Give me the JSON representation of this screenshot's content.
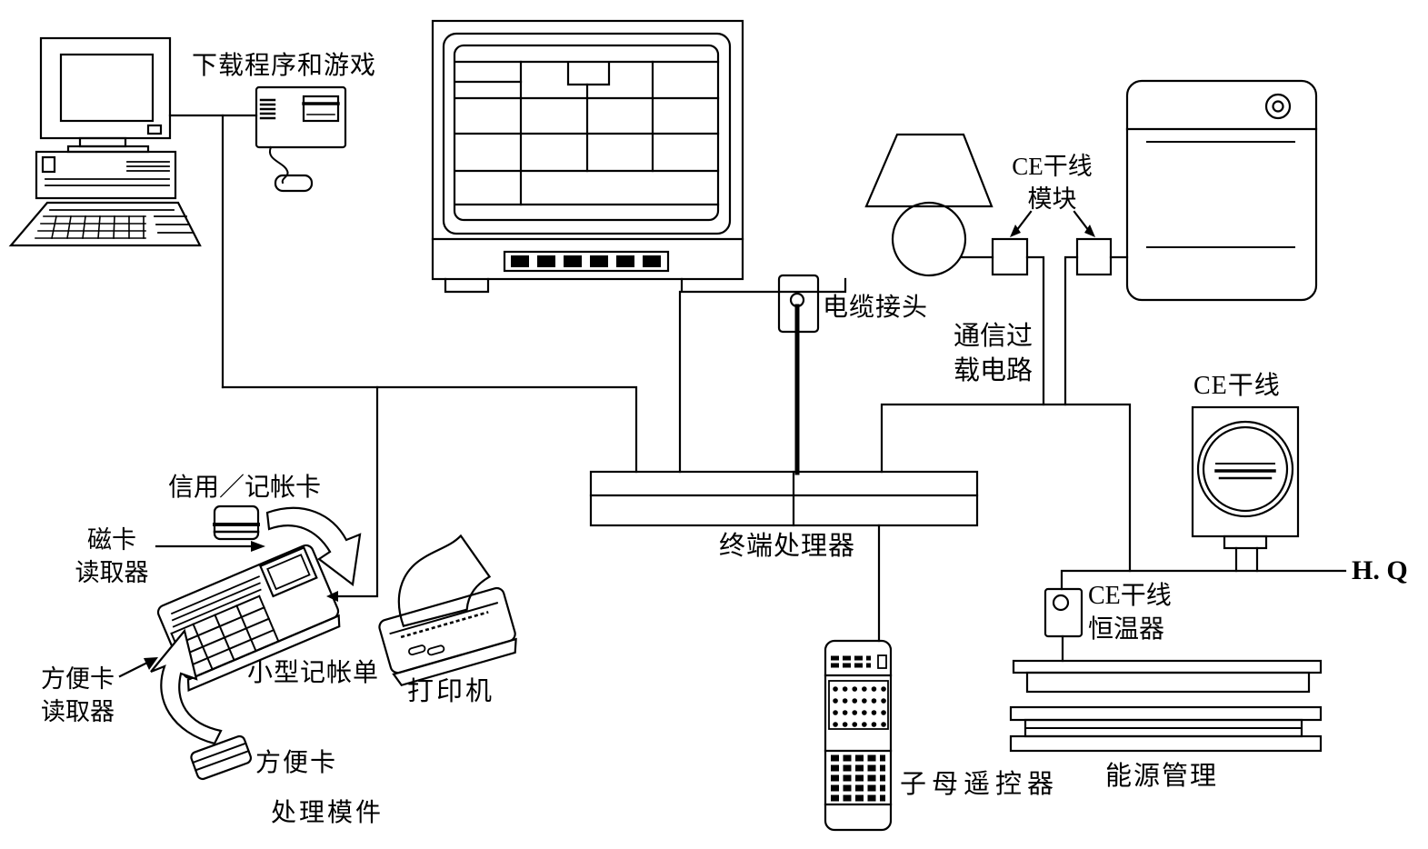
{
  "colors": {
    "ink": "#000000",
    "background": "#ffffff"
  },
  "labels": {
    "download_programs_games": "下载程序和游戏",
    "cable_connector": "电缆接头",
    "ce_trunk_module": {
      "line1": "CE干线",
      "line2": "模块"
    },
    "comm_overload": {
      "line1": "通信过",
      "line2": "载电路"
    },
    "ce_trunk_dial": "CE干线",
    "hq": "H. Q",
    "terminal_processor": "终端处理器",
    "credit_debit_card": "信用／记帐卡",
    "magnetic_card_reader": {
      "line1": "磁卡",
      "line2": "读取器"
    },
    "convenience_card_reader": {
      "line1": "方便卡",
      "line2": "读取器"
    },
    "convenience_card": "方便卡",
    "mini_billing_slip": "小型记帐单",
    "printer": "打印机",
    "processing_module": "处理模件",
    "remote_control": "子母遥控器",
    "ce_thermostat": {
      "line1": "CE干线",
      "line2": "恒温器"
    },
    "energy_management": "能源管理"
  }
}
